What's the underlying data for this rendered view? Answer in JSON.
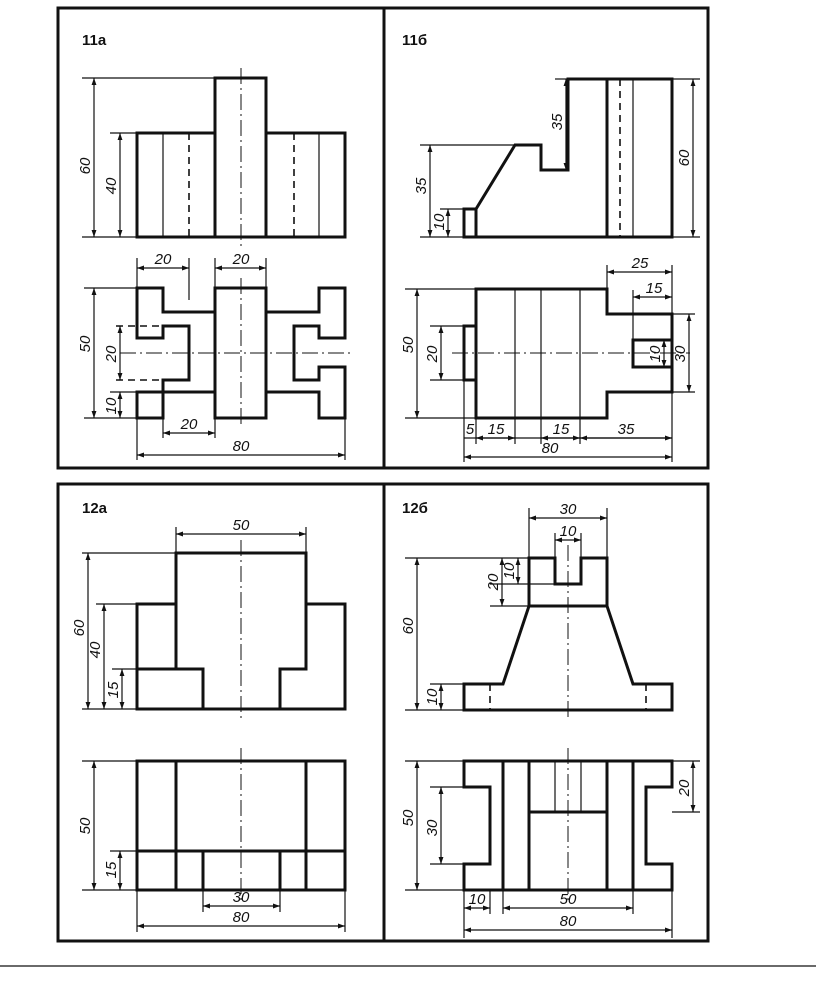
{
  "panels": {
    "p11a": {
      "label": "11а",
      "dims": {
        "h60": "60",
        "h40": "40",
        "w20a": "20",
        "w20b": "20",
        "h50": "50",
        "h20": "20",
        "h10": "10",
        "w20c": "20",
        "w80": "80"
      }
    },
    "p11b": {
      "label": "11б",
      "dims": {
        "h35a": "35",
        "h35b": "35",
        "h10": "10",
        "h60": "60",
        "w25": "25",
        "w15a": "15",
        "h50": "50",
        "h20": "20",
        "h10b": "10",
        "h30": "30",
        "w5": "5",
        "w15b": "15",
        "w15c": "15",
        "w35": "35",
        "w80": "80"
      }
    },
    "p12a": {
      "label": "12а",
      "dims": {
        "w50": "50",
        "h60": "60",
        "h40": "40",
        "h15": "15",
        "h50": "50",
        "h15b": "15",
        "w30": "30",
        "w80": "80"
      }
    },
    "p12b": {
      "label": "12б",
      "dims": {
        "w30": "30",
        "w10": "10",
        "h20": "20",
        "h10a": "10",
        "h60": "60",
        "h10b": "10",
        "h50": "50",
        "h30": "30",
        "h20b": "20",
        "w10b": "10",
        "w50": "50",
        "w80": "80"
      }
    }
  }
}
